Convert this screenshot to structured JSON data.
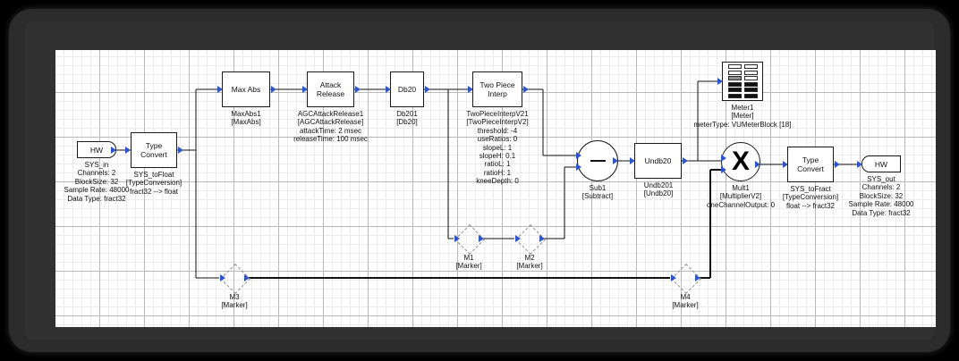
{
  "app": {
    "canvas_label": "signal-flow-canvas"
  },
  "blocks": {
    "sys_in": {
      "label": "HW",
      "caption": "SYS_in\nChannels: 2\nBlockSize: 32\nSample Rate: 48000\nData Type: fract32"
    },
    "type_convert_in": {
      "label": "Type\nConvert",
      "caption": "SYS_toFloat\n[TypeConversion]\nfract32 --> float"
    },
    "max_abs": {
      "label": "Max Abs",
      "caption": "MaxAbs1\n[MaxAbs]"
    },
    "attack_release": {
      "label": "Attack\nRelease",
      "caption": "AGCAttackRelease1\n[AGCAttackRelease]\nattackTime: 2 msec\nreleaseTime: 100 msec"
    },
    "db20": {
      "label": "Db20",
      "caption": "Db201\n[Db20]"
    },
    "two_piece_interp": {
      "label": "Two Piece\nInterp",
      "caption": "TwoPieceInterpV21\n[TwoPieceInterpV2]\nthreshold: -4\nuseRatios: 0\nslopeL: 1\nslopeH: 0.1\nratioL: 1\nratioH: 1\nkneeDepth: 0"
    },
    "sub1": {
      "label": "",
      "symbol": "minus",
      "caption": "Sub1\n[Subtract]"
    },
    "undb20": {
      "label": "Undb20",
      "caption": "Undb201\n[Undb20]"
    },
    "mult1": {
      "label": "X",
      "symbol": "x",
      "caption": "Mult1\n[MultiplierV2]\noneChannelOutput: 0"
    },
    "type_convert_out": {
      "label": "Type\nConvert",
      "caption": "SYS_toFract\n[TypeConversion]\nfloat --> fract32"
    },
    "sys_out": {
      "label": "HW",
      "caption": "SYS_out\nChannels: 2\nBlockSize: 32\nSample Rate: 48000\nData Type: fract32"
    },
    "meter1": {
      "label": "",
      "caption": "Meter1\n[Meter]",
      "property": "meterType: VUMeterBlock [18]"
    },
    "m1": {
      "caption": "M1\n[Marker]"
    },
    "m2": {
      "caption": "M2\n[Marker]"
    },
    "m3": {
      "caption": "M3\n[Marker]"
    },
    "m4": {
      "caption": "M4\n[Marker]"
    }
  },
  "colors": {
    "port": "#2b55d4",
    "wire": "#111111",
    "grid_minor": "#ececec",
    "grid_major": "#b9b9b9",
    "frame": "#2c2c2c",
    "block_border": "#1a1a1a"
  }
}
